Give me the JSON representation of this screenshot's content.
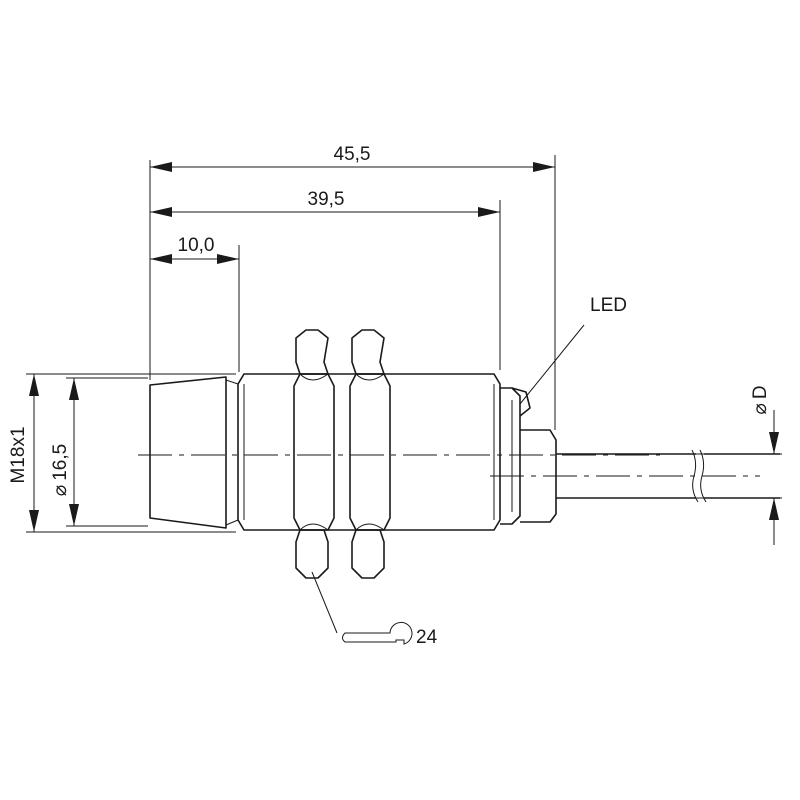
{
  "dimensions": {
    "overall_length": "45,5",
    "thread_length": "39,5",
    "face_length": "10,0",
    "thread_size": "M18x1",
    "face_diameter": "16,5",
    "cable_diameter": "D"
  },
  "symbols": {
    "diameter": "⌀"
  },
  "labels": {
    "led": "LED",
    "wrench_size": "24"
  }
}
